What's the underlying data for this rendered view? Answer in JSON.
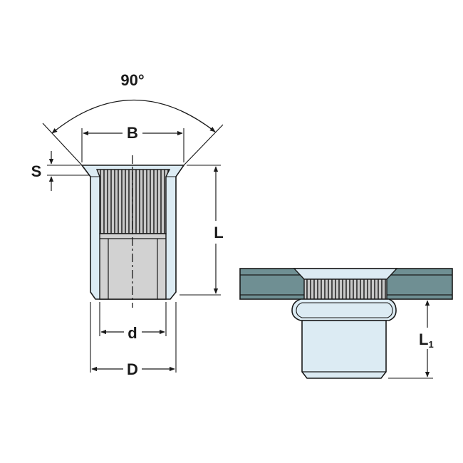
{
  "labels": {
    "angle": "90°",
    "head_width": "B",
    "head_thickness": "S",
    "length": "L",
    "inner_diameter": "d",
    "outer_diameter": "D",
    "installed_length_letter": "L",
    "installed_length_sub": "1"
  },
  "colors": {
    "outline": "#1a1a1a",
    "body_fill": "#dcebf3",
    "bore_fill": "#d2d2d2",
    "plate_fill": "#6f8f93",
    "knurl_fill": "#c4c4c4",
    "background": "#ffffff"
  }
}
